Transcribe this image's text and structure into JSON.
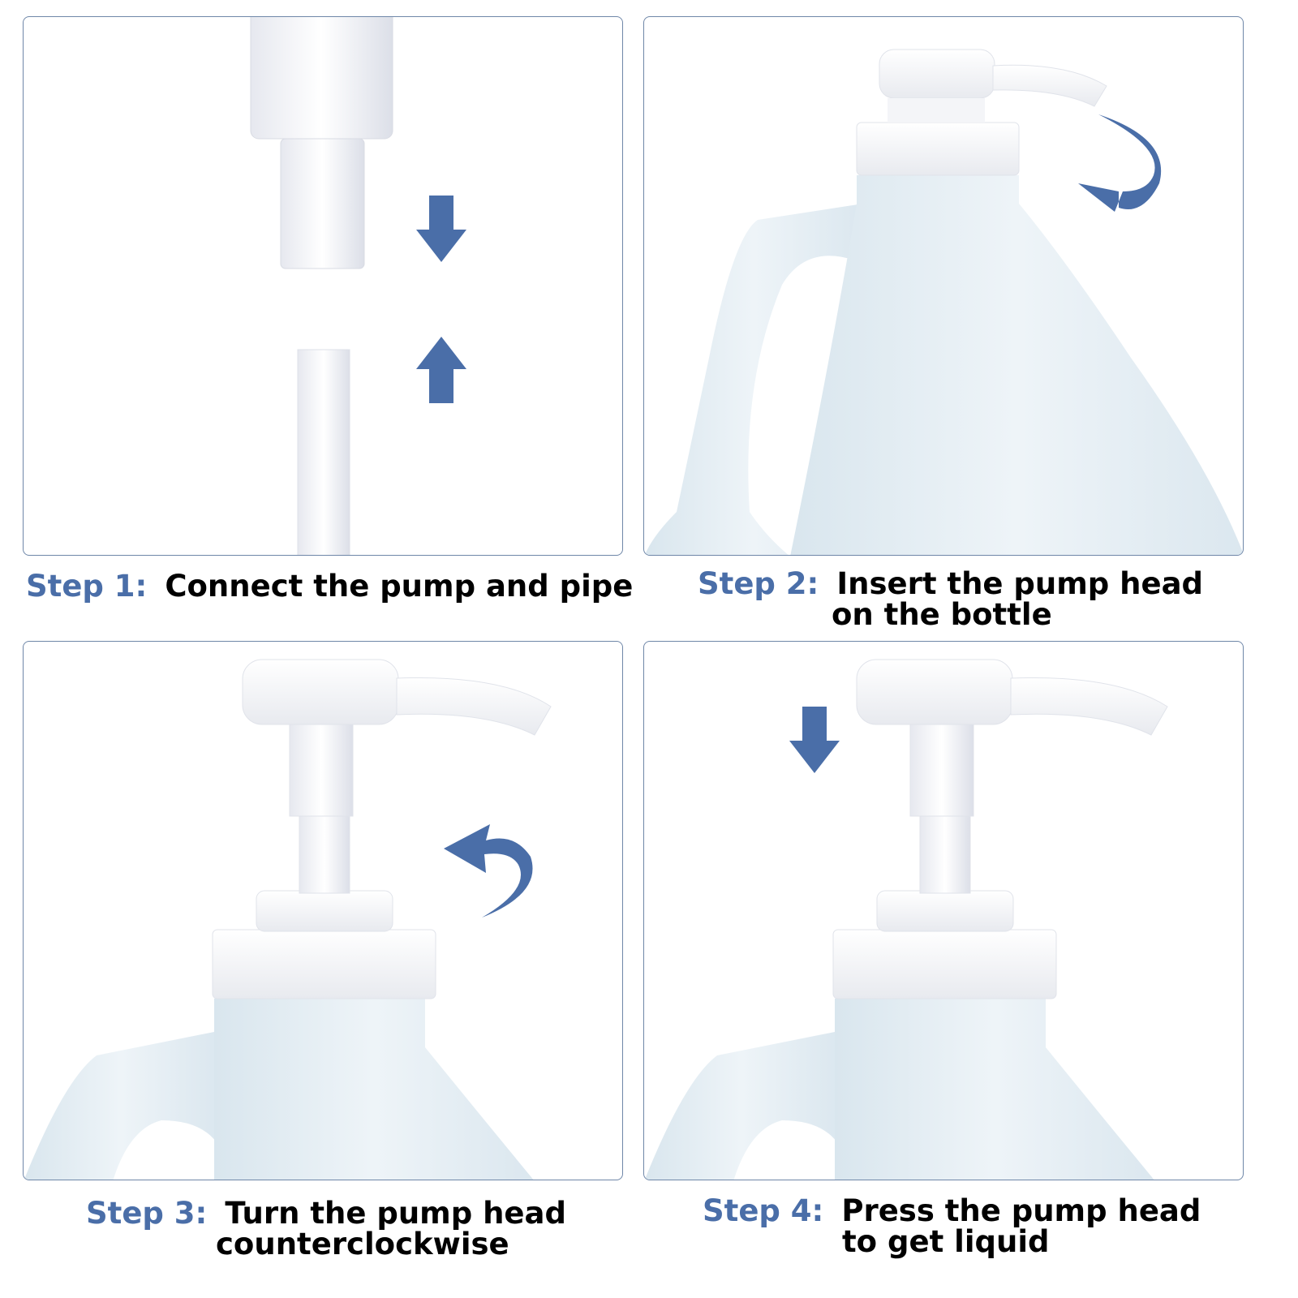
{
  "accent_color": "#4a6ea8",
  "steps": [
    {
      "label": "Step 1:",
      "line1": "Connect the pump and pipe",
      "line2": ""
    },
    {
      "label": "Step 2:",
      "line1": "Insert the pump head",
      "line2": "on the bottle"
    },
    {
      "label": "Step 3:",
      "line1": "Turn the pump head",
      "line2": "counterclockwise"
    },
    {
      "label": "Step 4:",
      "line1": "Press the pump head",
      "line2": "to get liquid"
    }
  ]
}
